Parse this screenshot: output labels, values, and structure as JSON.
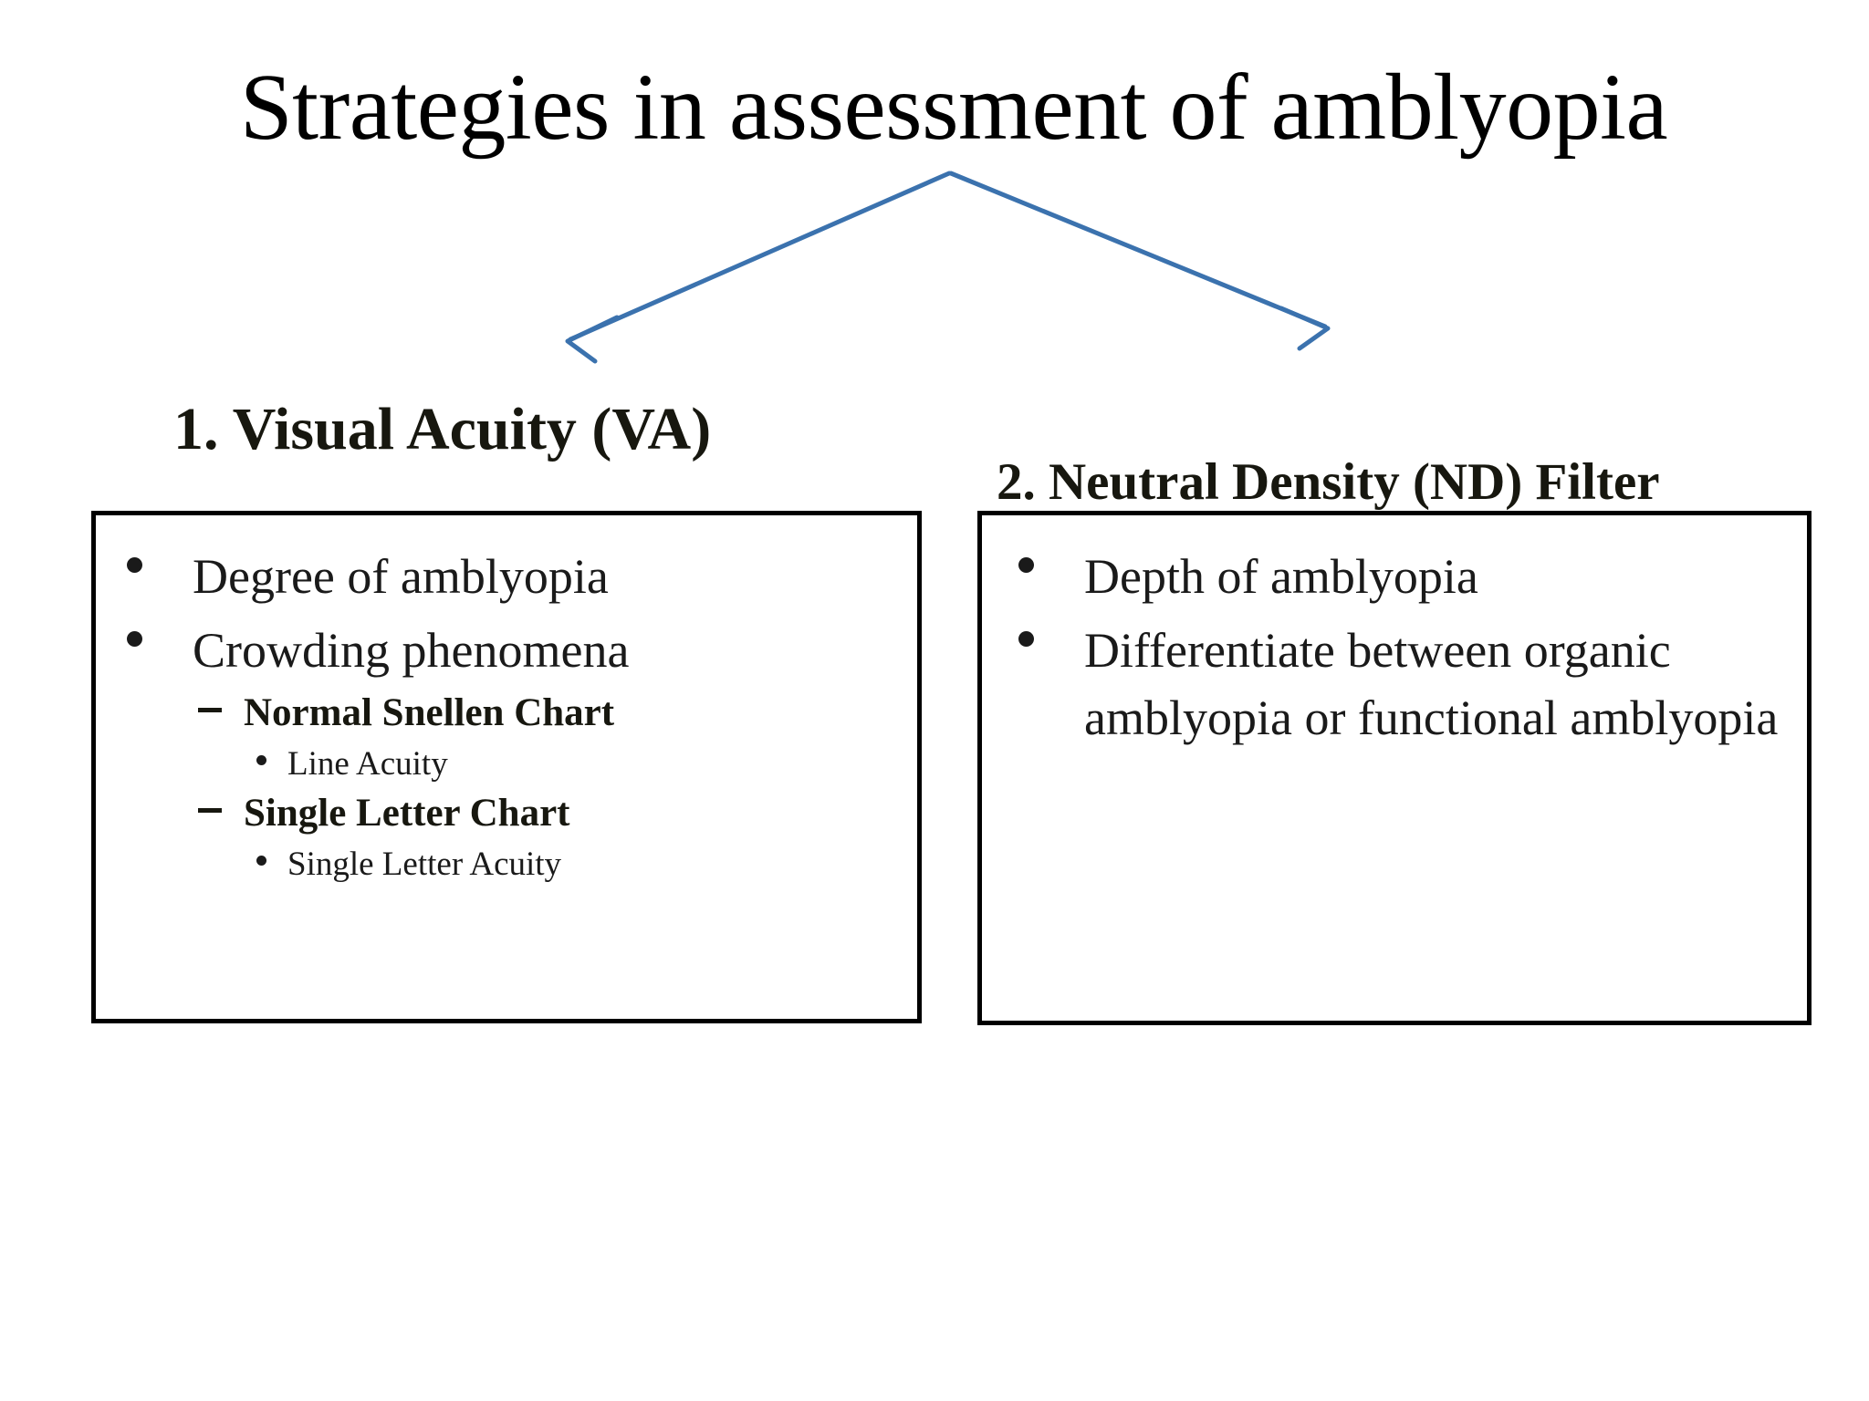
{
  "slide": {
    "title": "Strategies in assessment of amblyopia",
    "background_color": "#FFFFFF",
    "text_color": "#1A1A1A",
    "arrow_color": "#3B72AE",
    "box_border_color": "#000000"
  },
  "columns": [
    {
      "heading": "1. Visual Acuity (VA)",
      "bullets": [
        {
          "text": "Degree of amblyopia",
          "children": []
        },
        {
          "text": "Crowding phenomena",
          "children": [
            {
              "text": "Normal Snellen Chart",
              "children": [
                {
                  "text": "Line Acuity"
                }
              ]
            },
            {
              "text": "Single Letter Chart",
              "children": [
                {
                  "text": "Single Letter Acuity"
                }
              ]
            }
          ]
        }
      ]
    },
    {
      "heading": "2. Neutral Density (ND) Filter",
      "bullets": [
        {
          "text": "Depth of amblyopia",
          "children": []
        },
        {
          "text": "Differentiate between organic amblyopia or functional amblyopia",
          "children": []
        }
      ]
    }
  ]
}
